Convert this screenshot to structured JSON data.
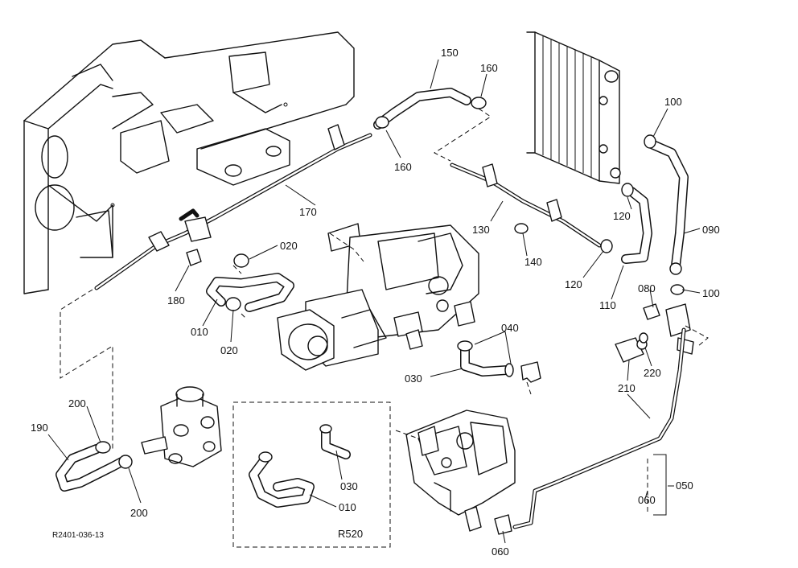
{
  "callouts": {
    "p150": "150",
    "p160a": "160",
    "p160b": "160",
    "p100a": "100",
    "p170": "170",
    "p130": "130",
    "p120a": "120",
    "p090": "090",
    "p020a": "020",
    "p140": "140",
    "p120b": "120",
    "p180": "180",
    "p010": "010",
    "p020b": "020",
    "p110": "110",
    "p080": "080",
    "p100b": "100",
    "p040": "040",
    "p030": "030",
    "p220": "220",
    "p210": "210",
    "p200a": "200",
    "p190": "190",
    "p200b": "200",
    "p030i": "030",
    "p010i": "010",
    "p050": "050",
    "p060a": "060",
    "p060b": "060"
  },
  "inset": {
    "label": "R520"
  },
  "figure_code": "R2401-036-13"
}
